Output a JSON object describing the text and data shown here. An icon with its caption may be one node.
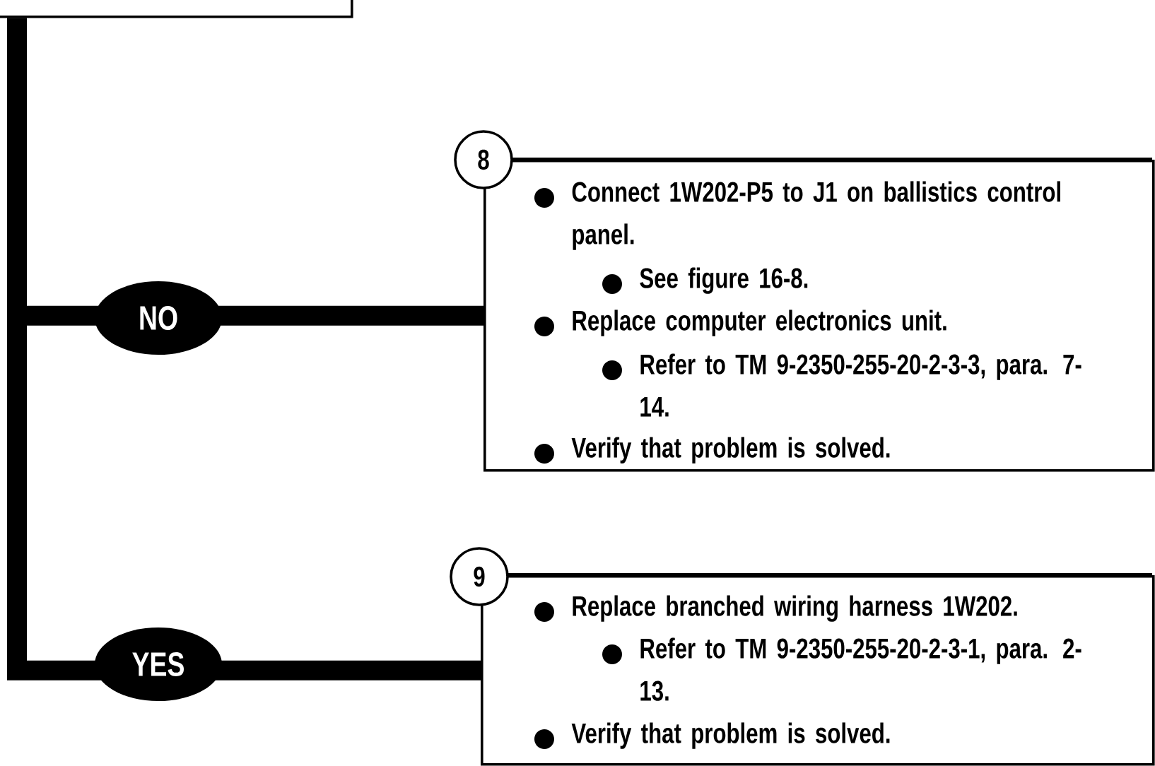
{
  "diagram": {
    "nodes": [
      {
        "text": [],
        "shape": "box"
      },
      {
        "text": [
          "8",
          "Connect 1W202-P5 to J1 on ballistics control panel.",
          "See figure 16-8.",
          "Replace computer electronics unit.",
          "Refer to TM 9-2350-255-20-2-3-3, para. 7-14.",
          "Verify that problem is solved."
        ]
      },
      {
        "text": [
          "9",
          "Replace branched wiring harness 1W202.",
          "Refer to TM 9-2350-255-20-2-3-1, para. 2-13.",
          "Verify that problem is solved."
        ]
      }
    ],
    "edges": [
      {
        "from": 0,
        "to": 1,
        "arrow": "none",
        "label": "NO"
      },
      {
        "from": 0,
        "to": 2,
        "arrow": "none",
        "label": "YES"
      }
    ]
  }
}
